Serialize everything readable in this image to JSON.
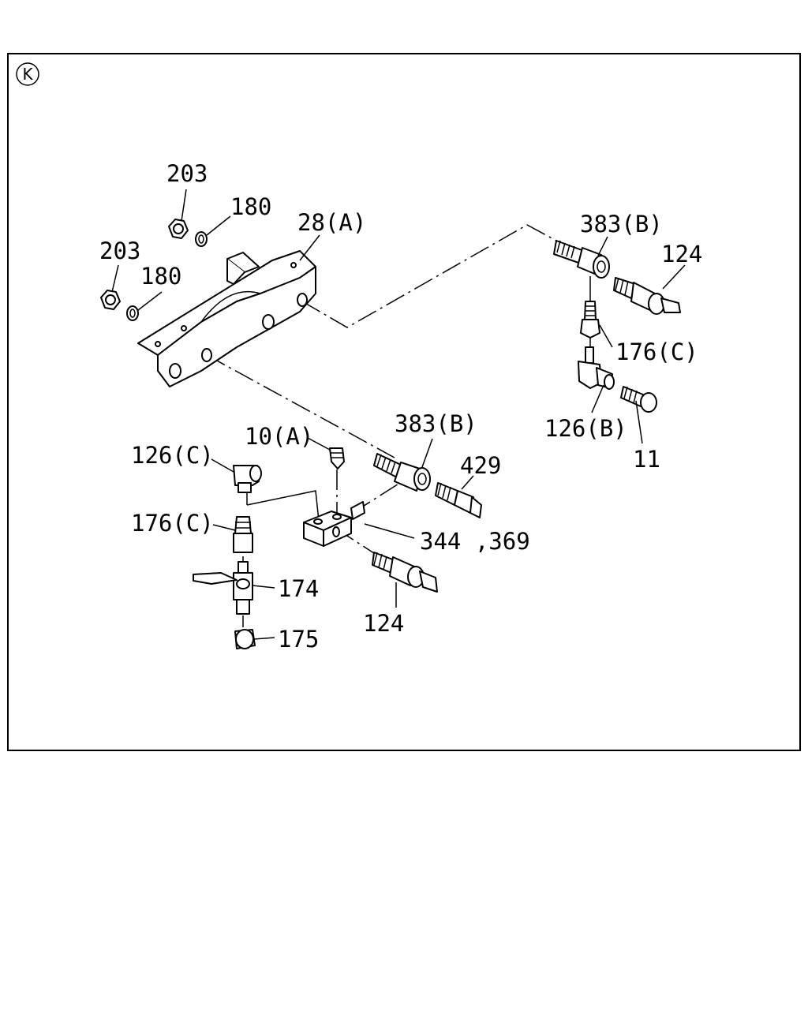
{
  "diagram": {
    "view_marker": "K",
    "callouts": {
      "nut_203_upper": "203",
      "washer_180_upper": "180",
      "nut_203_lower": "203",
      "washer_180_lower": "180",
      "bracket_28a": "28(A)",
      "connector_383b_upper": "383(B)",
      "hose_124_upper": "124",
      "fitting_176c_right": "176(C)",
      "union_126b": "126(B)",
      "bolt_11": "11",
      "connector_383b_lower": "383(B)",
      "plug_10a": "10(A)",
      "union_126c": "126(C)",
      "switch_429": "429",
      "block_344_369": "344 ,369",
      "fitting_176c_left": "176(C)",
      "cock_174": "174",
      "cap_175": "175",
      "hose_124_lower": "124"
    }
  }
}
